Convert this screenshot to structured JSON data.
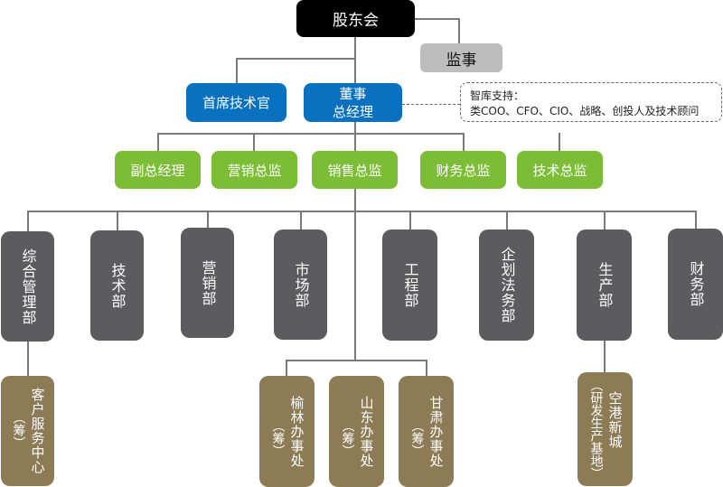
{
  "diagram": {
    "type": "organization-chart",
    "root": {
      "label": "股东会",
      "color": "#000000"
    },
    "supervisor": {
      "label": "监事",
      "color": "#bdbdbd"
    },
    "executives": [
      {
        "label": "首席技术官",
        "color": "#0a71c0"
      },
      {
        "label_line1": "董事",
        "label_line2": "总经理",
        "color": "#0a71c0"
      }
    ],
    "think_tank": {
      "title": "智库支持：",
      "body": "类COO、CFO、CIO、战略、创投人及技术顾问"
    },
    "directors": [
      {
        "label": "副总经理"
      },
      {
        "label": "营销总监"
      },
      {
        "label": "销售总监"
      },
      {
        "label": "财务总监"
      },
      {
        "label": "技术总监"
      }
    ],
    "director_color": "#7bbd34",
    "departments": [
      {
        "label": "综合管理部"
      },
      {
        "label": "技术部"
      },
      {
        "label": "营销部"
      },
      {
        "label": "市场部"
      },
      {
        "label": "工程部"
      },
      {
        "label": "企划法务部"
      },
      {
        "label": "生产部"
      },
      {
        "label": "财务部"
      }
    ],
    "department_color": "#5c5c5e",
    "sub_units": [
      {
        "label": "客户服务中心",
        "note": "（筹）",
        "parent": "综合管理部"
      },
      {
        "label": "榆林办事处",
        "note": "（筹）",
        "parent": "市场部"
      },
      {
        "label": "山东办事处",
        "note": "（筹）",
        "parent": "市场部"
      },
      {
        "label": "甘肃办事处",
        "note": "（筹）",
        "parent": "市场部"
      },
      {
        "label": "空港新城",
        "note": "（研发生产基地）",
        "parent": "生产部"
      }
    ],
    "sub_unit_color": "#8c7b55",
    "connector_color": "#7a7a7a"
  }
}
